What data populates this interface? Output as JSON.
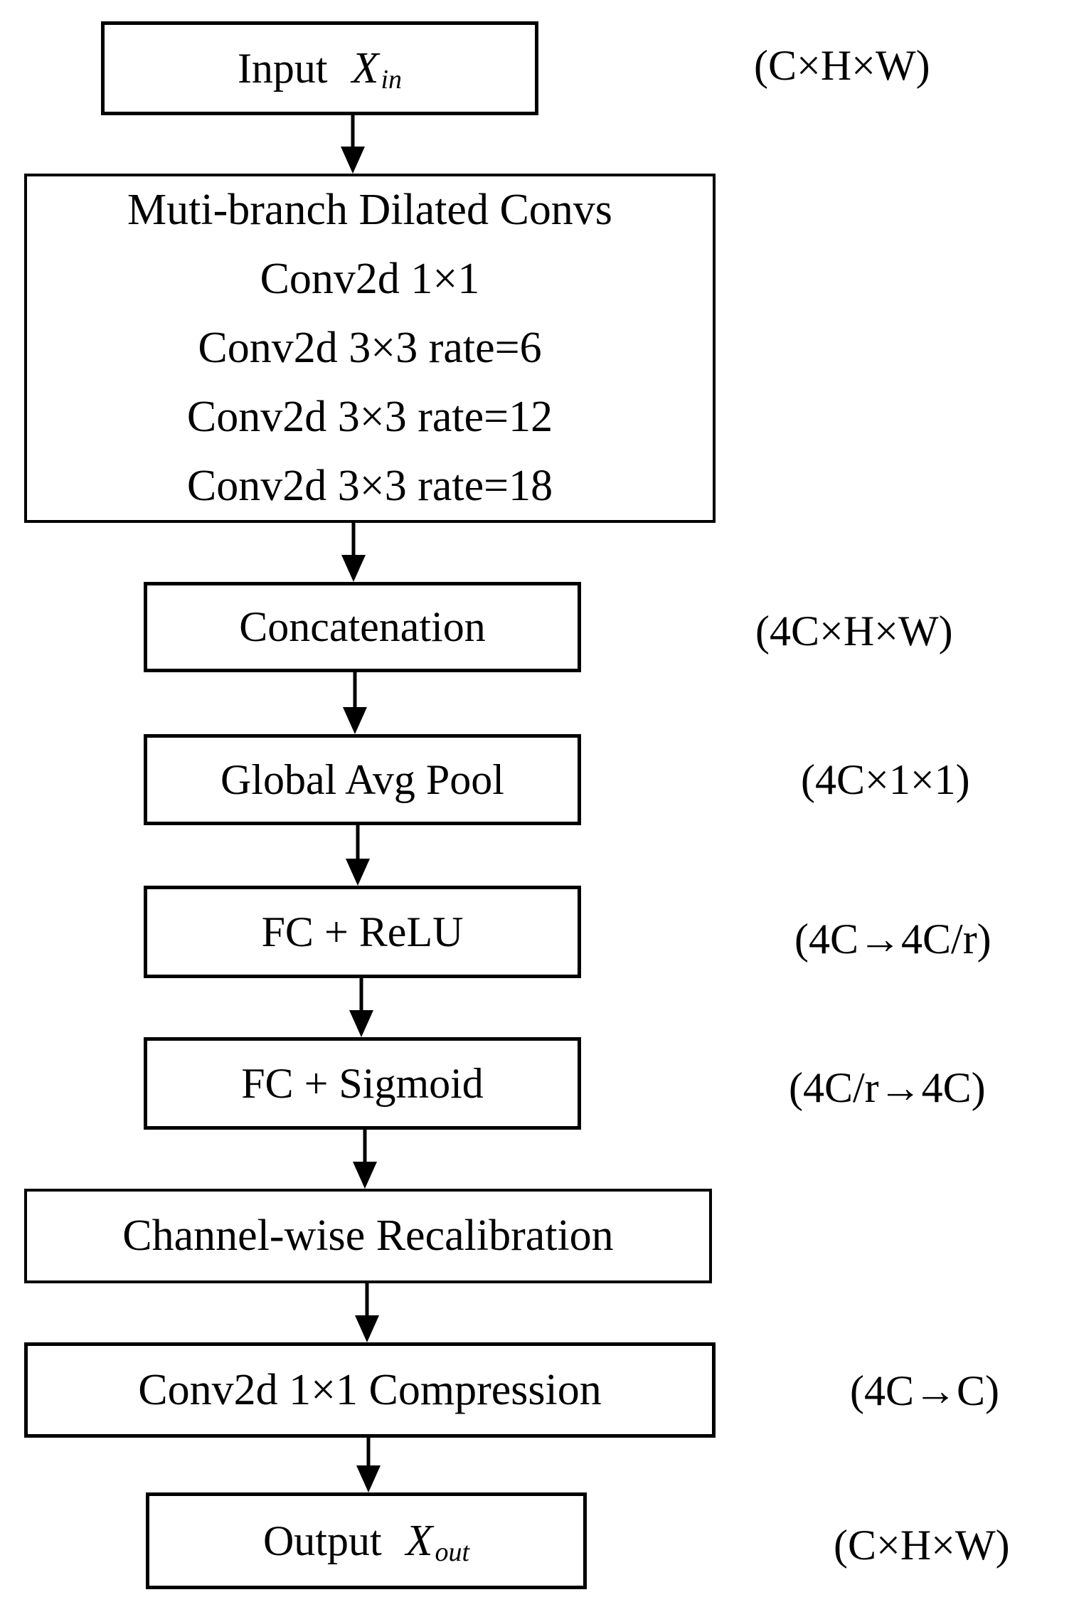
{
  "flowchart": {
    "nodes": [
      {
        "label": "Input",
        "var": "X",
        "var_sub": "in"
      },
      {
        "lines": [
          "Muti-branch Dilated Convs",
          "Conv2d 1×1",
          "Conv2d 3×3 rate=6",
          "Conv2d 3×3 rate=12",
          "Conv2d 3×3 rate=18"
        ]
      },
      {
        "label": "Concatenation"
      },
      {
        "label": "Global Avg Pool"
      },
      {
        "label": "FC + ReLU"
      },
      {
        "label": "FC + Sigmoid"
      },
      {
        "label": "Channel-wise Recalibration"
      },
      {
        "label": "Conv2d 1×1 Compression"
      },
      {
        "label": "Output",
        "var": "X",
        "var_sub": "out"
      }
    ],
    "annotations": [
      {
        "text": "(C×H×W)"
      },
      {
        "text": "(4C×H×W)"
      },
      {
        "text": "(4C×1×1)"
      },
      {
        "text": "(4C→4C/r)"
      },
      {
        "text": "(4C/r→4C)"
      },
      {
        "text": "(4C→C)"
      },
      {
        "text": "(C×H×W)"
      }
    ],
    "colors": {
      "border": "#000000",
      "text": "#000000",
      "background": "#ffffff"
    }
  }
}
